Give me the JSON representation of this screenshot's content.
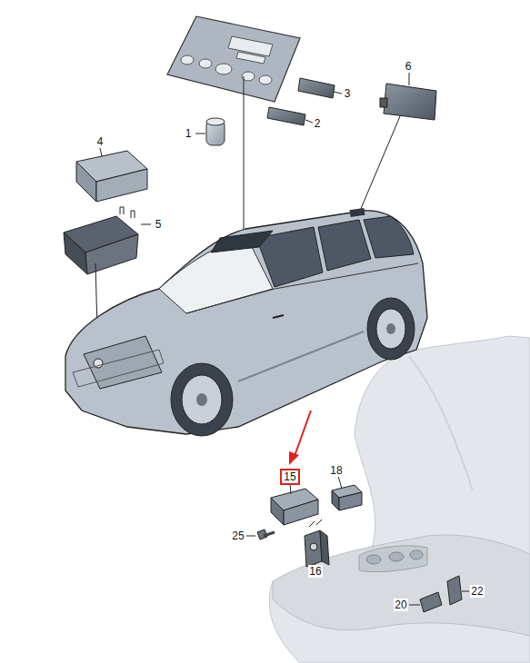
{
  "diagram": {
    "labels": [
      "6",
      "3",
      "2",
      "1",
      "4",
      "5",
      "18",
      "15",
      "25",
      "16",
      "22",
      "20"
    ]
  }
}
